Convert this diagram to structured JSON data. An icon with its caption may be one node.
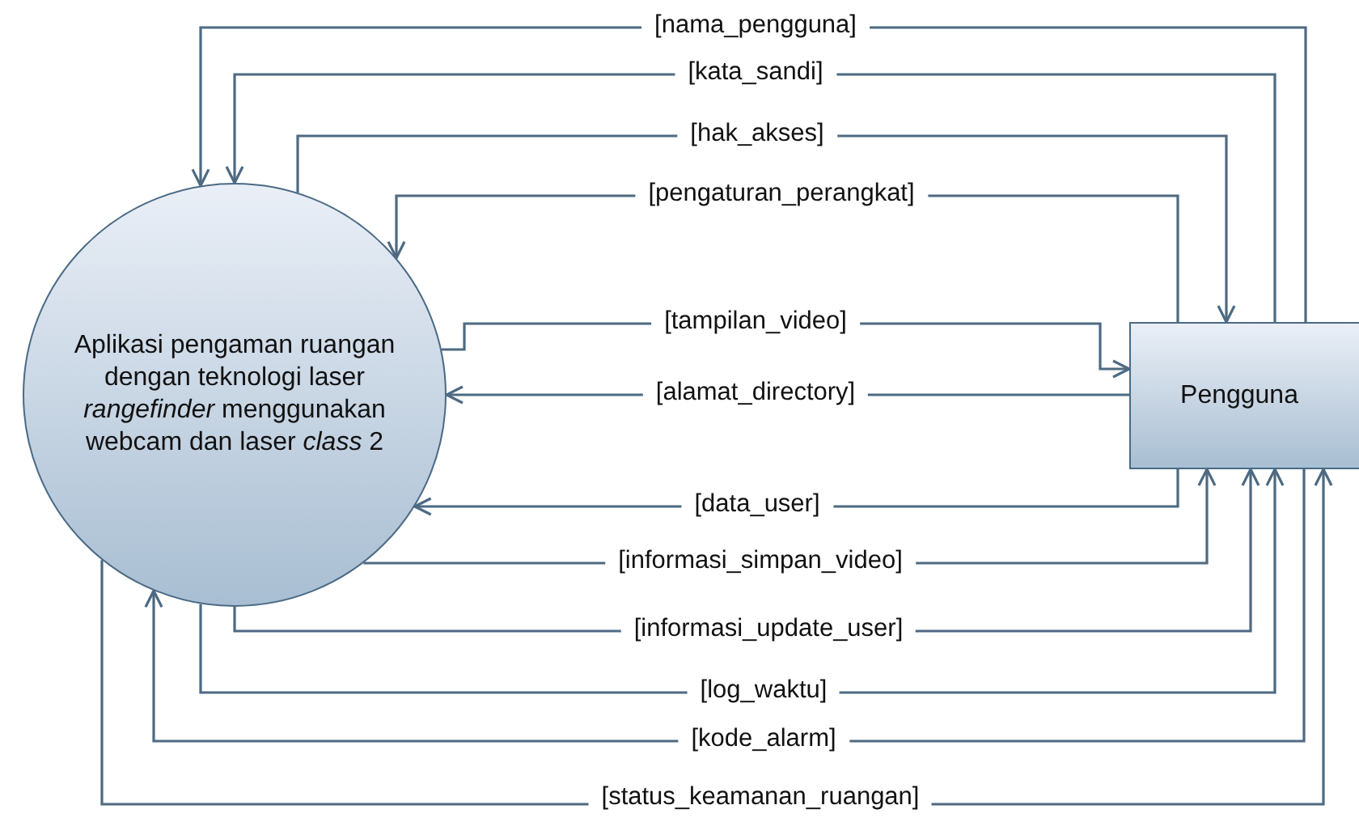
{
  "diagram": {
    "nodes": [
      {
        "text": [
          "Aplikasi pengaman ruangan dengan teknologi laser *rangefinder* menggunakan webcam dan laser *class* 2"
        ]
      },
      {
        "text": [
          "Pengguna"
        ]
      }
    ],
    "edges": [
      {
        "from": 1,
        "to": 0,
        "arrow": "to",
        "label": "[nama_pengguna]"
      },
      {
        "from": 1,
        "to": 0,
        "arrow": "to",
        "label": "[kata_sandi]"
      },
      {
        "from": 0,
        "to": 1,
        "arrow": "to",
        "label": "[hak_akses]"
      },
      {
        "from": 1,
        "to": 0,
        "arrow": "to",
        "label": "[pengaturan_perangkat]"
      },
      {
        "from": 0,
        "to": 1,
        "arrow": "to",
        "label": "[tampilan_video]"
      },
      {
        "from": 1,
        "to": 0,
        "arrow": "to",
        "label": "[alamat_directory]"
      },
      {
        "from": 1,
        "to": 0,
        "arrow": "to",
        "label": "[data_user]"
      },
      {
        "from": 0,
        "to": 1,
        "arrow": "to",
        "label": "[informasi_simpan_video]"
      },
      {
        "from": 0,
        "to": 1,
        "arrow": "to",
        "label": "[informasi_update_user]"
      },
      {
        "from": 0,
        "to": 1,
        "arrow": "to",
        "label": "[log_waktu]"
      },
      {
        "from": 1,
        "to": 0,
        "arrow": "to",
        "label": "[kode_alarm]"
      },
      {
        "from": 0,
        "to": 1,
        "arrow": "to",
        "label": "[status_keamanan_ruangan]"
      }
    ]
  }
}
